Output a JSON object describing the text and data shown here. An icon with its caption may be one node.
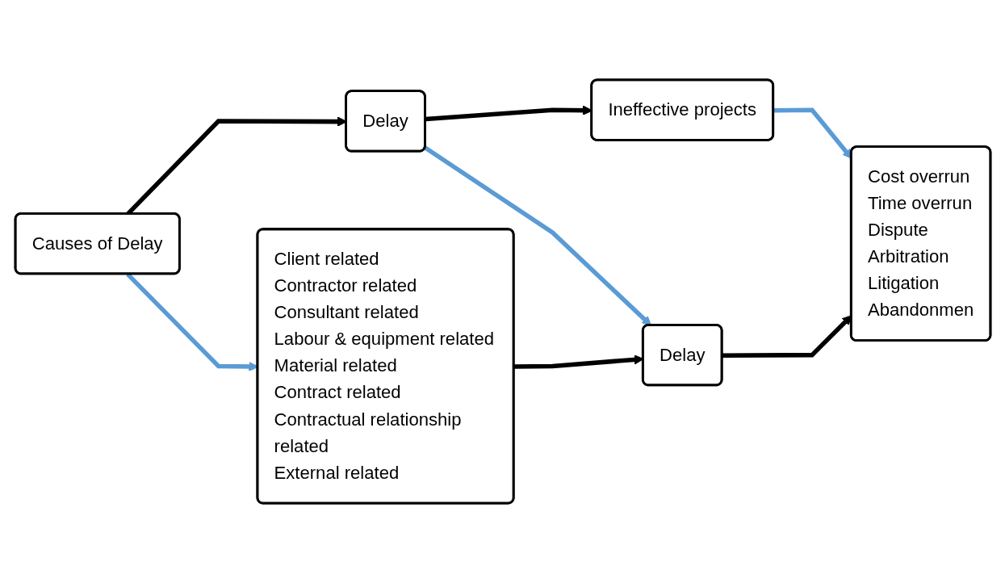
{
  "diagram": {
    "nodes": [
      {
        "text": [
          "Causes of Delay"
        ]
      },
      {
        "text": [
          "Delay"
        ]
      },
      {
        "text": [
          "Ineffective projects"
        ]
      },
      {
        "text": [
          "Client related",
          "Contractor related",
          "Consultant related",
          "Labour & equipment related",
          "Material related",
          "Contract related",
          "Contractual relationship related",
          "External related"
        ]
      },
      {
        "text": [
          "Delay"
        ]
      },
      {
        "text": [
          "Cost overrun",
          "Time overrun",
          "Dispute",
          "Arbitration",
          "Litigation",
          "Abandonmen"
        ]
      }
    ],
    "edges": [
      {
        "from": 0,
        "to": 1,
        "arrow": "to",
        "color": "#000000"
      },
      {
        "from": 1,
        "to": 2,
        "arrow": "to",
        "color": "#000000"
      },
      {
        "from": 0,
        "to": 3,
        "arrow": "to",
        "color": "#5b9bd5"
      },
      {
        "from": 1,
        "to": 4,
        "arrow": "to",
        "color": "#5b9bd5"
      },
      {
        "from": 2,
        "to": 5,
        "arrow": "to",
        "color": "#5b9bd5"
      },
      {
        "from": 3,
        "to": 4,
        "arrow": "to",
        "color": "#000000"
      },
      {
        "from": 4,
        "to": 5,
        "arrow": "to",
        "color": "#000000"
      }
    ]
  }
}
